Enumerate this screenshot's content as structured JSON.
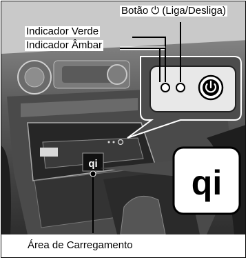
{
  "labels": {
    "power_button": "Botão ⏻ (Liga/Desliga)",
    "green_indicator": "Indicador Verde",
    "amber_indicator": "Indicador Âmbar",
    "charging_area": "Área de Carregamento"
  },
  "icons": {
    "power_symbol": "power-icon",
    "qi_logo": "qi-logo-icon"
  },
  "colors": {
    "console_dark": "#3a3a3a",
    "background": "#ffffff",
    "line": "#000000"
  }
}
